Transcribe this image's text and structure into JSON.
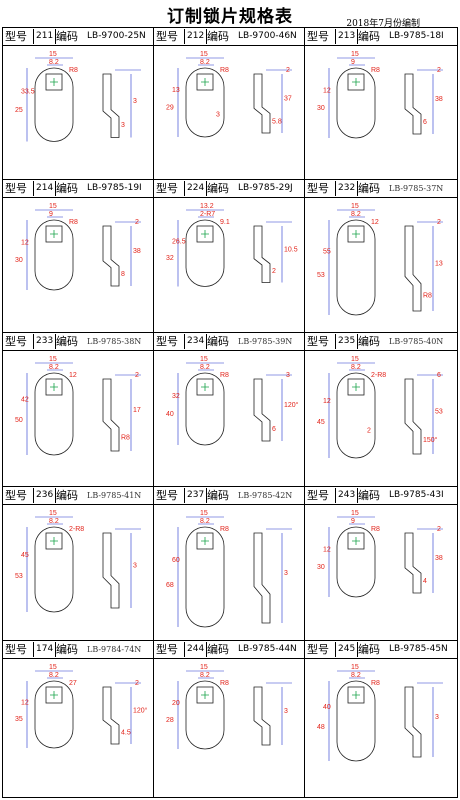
{
  "page": {
    "title": "订制锁片规格表",
    "date": "2018年7月份编制"
  },
  "labels": {
    "model": "型号",
    "code": "编码"
  },
  "cells": [
    {
      "model": "211",
      "code": "LB-9700-25N",
      "dims": [
        "15",
        "8.2",
        "R8",
        "33.5",
        "25",
        "3",
        "3"
      ],
      "serif": false
    },
    {
      "model": "212",
      "code": "LB-9700-46N",
      "dims": [
        "15",
        "8.2",
        "R8",
        "13",
        "29",
        "37",
        "5.8",
        "2",
        "3"
      ],
      "serif": false
    },
    {
      "model": "213",
      "code": "LB-9785-18I",
      "dims": [
        "15",
        "9",
        "R8",
        "12",
        "30",
        "38",
        "6",
        "2"
      ],
      "serif": false
    },
    {
      "model": "214",
      "code": "LB-9785-19I",
      "dims": [
        "15",
        "9",
        "R8",
        "12",
        "30",
        "38",
        "8",
        "2"
      ],
      "serif": false
    },
    {
      "model": "224",
      "code": "LB-9785-29J",
      "dims": [
        "13.2",
        "2-R7",
        "9.1",
        "26.5",
        "32",
        "10.5",
        "2"
      ],
      "serif": false
    },
    {
      "model": "232",
      "code": "LB-9785-37N",
      "dims": [
        "15",
        "8.2",
        "12",
        "55",
        "53",
        "13",
        "R8",
        "2"
      ],
      "serif": true
    },
    {
      "model": "233",
      "code": "LB-9785-38N",
      "dims": [
        "15",
        "8.2",
        "12",
        "42",
        "50",
        "17",
        "R8",
        "2"
      ],
      "serif": true
    },
    {
      "model": "234",
      "code": "LB-9785-39N",
      "dims": [
        "15",
        "8.2",
        "R8",
        "32",
        "40",
        "120°",
        "6",
        "3"
      ],
      "serif": true
    },
    {
      "model": "235",
      "code": "LB-9785-40N",
      "dims": [
        "15",
        "8.2",
        "2-R8",
        "12",
        "45",
        "53",
        "150°",
        "6",
        "2"
      ],
      "serif": true
    },
    {
      "model": "236",
      "code": "LB-9785-41N",
      "dims": [
        "15",
        "8.2",
        "2-R8",
        "45",
        "53",
        "3"
      ],
      "serif": true
    },
    {
      "model": "237",
      "code": "LB-9785-42N",
      "dims": [
        "15",
        "8.2",
        "R8",
        "60",
        "68",
        "3"
      ],
      "serif": true
    },
    {
      "model": "243",
      "code": "LB-9785-43I",
      "dims": [
        "15",
        "9",
        "R8",
        "12",
        "30",
        "38",
        "4",
        "2"
      ],
      "serif": false
    },
    {
      "model": "174",
      "code": "LB-9784-74N",
      "dims": [
        "15",
        "8.2",
        "27",
        "12",
        "35",
        "120°",
        "4.5",
        "2"
      ],
      "serif": true
    },
    {
      "model": "244",
      "code": "LB-9785-44N",
      "dims": [
        "15",
        "8.2",
        "R8",
        "20",
        "28",
        "3"
      ],
      "serif": false
    },
    {
      "model": "245",
      "code": "LB-9785-45N",
      "dims": [
        "15",
        "8.2",
        "R8",
        "40",
        "48",
        "3"
      ],
      "serif": false
    }
  ]
}
